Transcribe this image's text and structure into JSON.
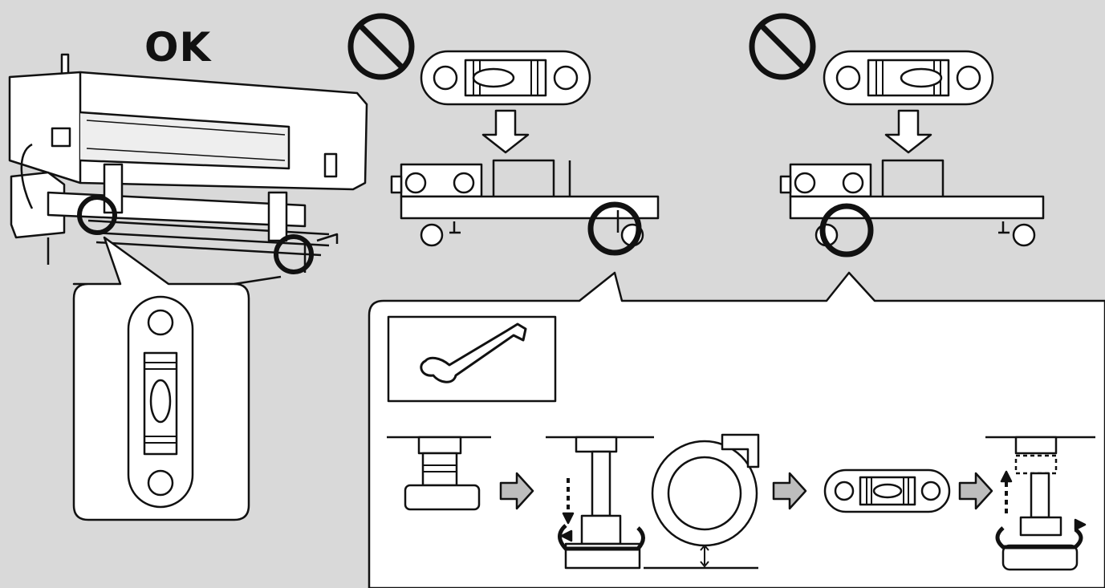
{
  "ok_label": "OK",
  "panels": [
    {
      "id": "ok",
      "label": "OK",
      "icon": "printer-with-level-icon"
    },
    {
      "id": "bad-left",
      "icon": "prohibited-icon",
      "level": "bubble-off-center"
    },
    {
      "id": "bad-right",
      "icon": "prohibited-icon",
      "level": "bubble-off-center"
    }
  ],
  "procedure": {
    "tool": "wrench-icon",
    "steps": [
      "adjuster-foot",
      "lower-adjuster",
      "caster-clearance",
      "level-check",
      "raise-adjuster"
    ]
  },
  "colors": {
    "background": "#d9d9d9",
    "line": "#111111",
    "fill": "#ffffff",
    "arrow": "#bdbdbd"
  }
}
